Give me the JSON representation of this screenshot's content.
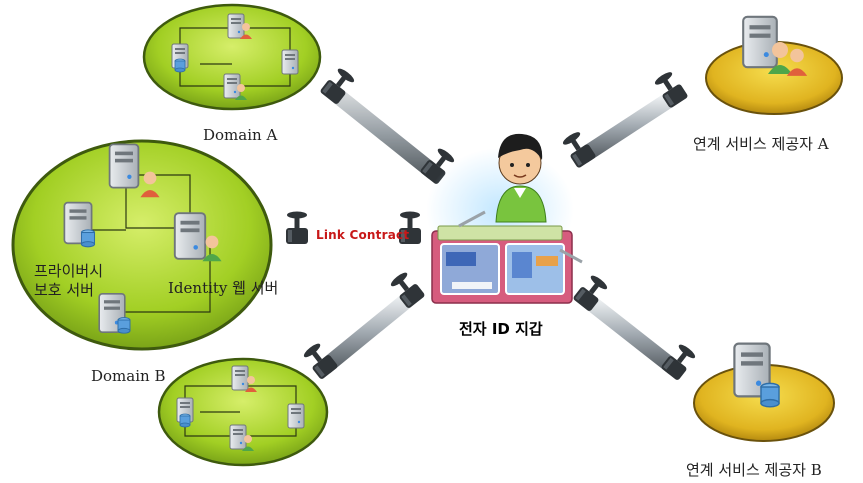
{
  "domains": {
    "a": {
      "label": "Domain A"
    },
    "b": {
      "label": "Domain B",
      "privacy_server": "프라이버시\n보호 서버",
      "identity_server": "Identity 웹 서버"
    }
  },
  "providers": {
    "a": {
      "label": "연계 서비스 제공자 A"
    },
    "b": {
      "label": "연계 서비스 제공자 B"
    }
  },
  "wallet": {
    "label": "전자 ID 지갑"
  },
  "link": {
    "label": "Link Contract"
  },
  "colors": {
    "domain_fill": "#a8d22a",
    "domain_edge": "#3e5a0e",
    "provider_fill": "#e2bd24",
    "provider_edge": "#6a520c",
    "pipe": "#9ea6ad",
    "valve": "#2f3438",
    "wallet": "#d65c7e",
    "person_shirt": "#79c43e"
  },
  "icons": [
    "server-icon",
    "user-icon",
    "database-icon",
    "valve-icon",
    "wallet-icon"
  ]
}
